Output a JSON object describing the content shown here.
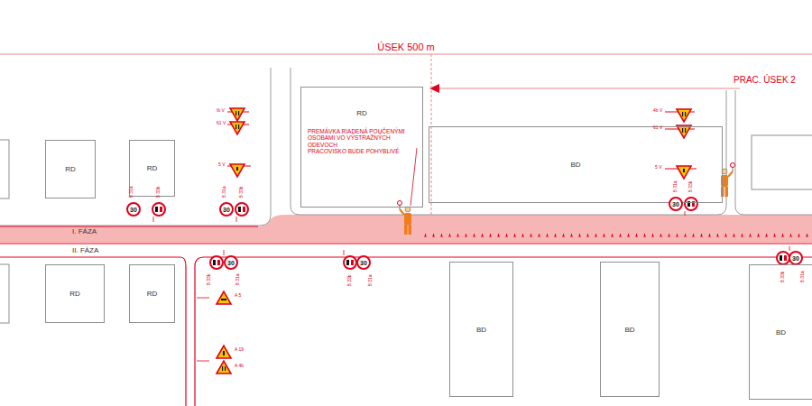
{
  "diagram": {
    "nodes": [
      {
        "text": [
          "RD"
        ]
      },
      {
        "text": [
          "RD"
        ]
      },
      {
        "text": [
          "RD"
        ]
      },
      {
        "text": [
          "30"
        ]
      },
      {
        "text": [
          "30"
        ]
      },
      {
        "text": [
          "BD"
        ]
      },
      {
        "text": [
          "30"
        ]
      },
      {
        "text": [
          "30"
        ]
      },
      {
        "text": [
          "30"
        ]
      },
      {
        "text": [
          "30"
        ]
      },
      {
        "text": [
          "RD"
        ]
      },
      {
        "text": [
          "RD"
        ]
      },
      {
        "text": [
          "BD"
        ]
      },
      {
        "text": [
          "BD"
        ]
      },
      {
        "text": [
          "BD"
        ]
      }
    ],
    "labels": [
      "ÚSEK 500 m",
      "PRAC. ÚSEK 2",
      "PREMÁVKA RIADENÁ POUČENÝMI OSOBAMI VO VÝSTRAŽNÝCH ODEVOCH",
      "PRACOVISKO BUDE POHYBLIVÉ",
      "I. FÁZA",
      "II. FÁZA",
      "Ib V",
      "61 V",
      "5 V",
      "4b V",
      "61 V",
      "5 V",
      "A 5",
      "A 19",
      "A 4b",
      "B 31a",
      "B 33b",
      "B 31a",
      "B 33b",
      "B 31a",
      "B 33b",
      "B 33b",
      "B 31a",
      "B 33b",
      "B 31a",
      "B 33b",
      "B 31a"
    ]
  }
}
